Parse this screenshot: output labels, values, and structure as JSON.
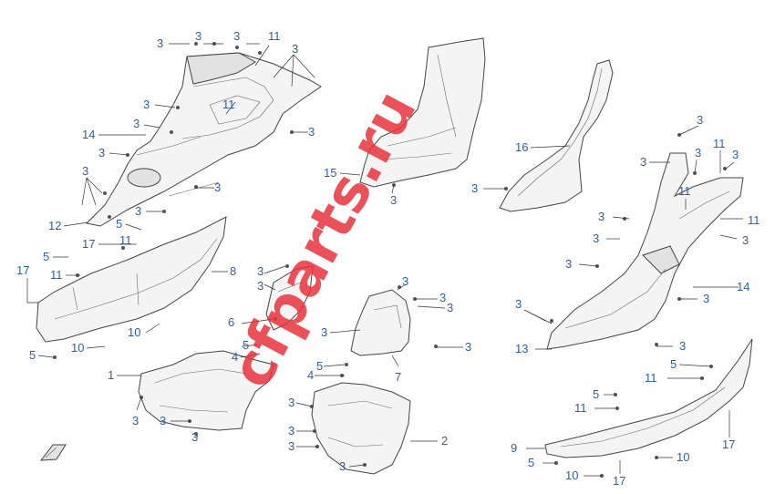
{
  "header_faint_text": "",
  "watermark": "cfparts.ru",
  "callouts": [
    {
      "id": "c3a",
      "label": "3"
    },
    {
      "id": "c3b",
      "label": "3"
    },
    {
      "id": "c3c",
      "label": "3"
    },
    {
      "id": "c11a",
      "label": "11"
    },
    {
      "id": "c3d",
      "label": "3"
    },
    {
      "id": "c3e",
      "label": "3"
    },
    {
      "id": "c11b",
      "label": "11"
    },
    {
      "id": "c3f",
      "label": "3"
    },
    {
      "id": "c14a",
      "label": "14"
    },
    {
      "id": "c3g",
      "label": "3"
    },
    {
      "id": "c3h",
      "label": "3"
    },
    {
      "id": "c3i",
      "label": "3"
    },
    {
      "id": "c3j",
      "label": "3"
    },
    {
      "id": "c3k",
      "label": "3"
    },
    {
      "id": "c12",
      "label": "12"
    },
    {
      "id": "c17a",
      "label": "17"
    },
    {
      "id": "c5a",
      "label": "5"
    },
    {
      "id": "c5b",
      "label": "5"
    },
    {
      "id": "c11c",
      "label": "11"
    },
    {
      "id": "c11d",
      "label": "11"
    },
    {
      "id": "c17b",
      "label": "17"
    },
    {
      "id": "c8",
      "label": "8"
    },
    {
      "id": "c10a",
      "label": "10"
    },
    {
      "id": "c10b",
      "label": "10"
    },
    {
      "id": "c5c",
      "label": "5"
    },
    {
      "id": "c15",
      "label": "15"
    },
    {
      "id": "c3l",
      "label": "3"
    },
    {
      "id": "c16",
      "label": "16"
    },
    {
      "id": "c3m",
      "label": "3"
    },
    {
      "id": "c3n",
      "label": "3"
    },
    {
      "id": "c3o",
      "label": "3"
    },
    {
      "id": "c6",
      "label": "6"
    },
    {
      "id": "c5d",
      "label": "5"
    },
    {
      "id": "c4a",
      "label": "4"
    },
    {
      "id": "c3p",
      "label": "3"
    },
    {
      "id": "c3q",
      "label": "3"
    },
    {
      "id": "c3r",
      "label": "3"
    },
    {
      "id": "c3s",
      "label": "3"
    },
    {
      "id": "c3t",
      "label": "3"
    },
    {
      "id": "c5e",
      "label": "5"
    },
    {
      "id": "c4b",
      "label": "4"
    },
    {
      "id": "c7",
      "label": "7"
    },
    {
      "id": "c1",
      "label": "1"
    },
    {
      "id": "c3u",
      "label": "3"
    },
    {
      "id": "c3v",
      "label": "3"
    },
    {
      "id": "c3w",
      "label": "3"
    },
    {
      "id": "c3x",
      "label": "3"
    },
    {
      "id": "c3y",
      "label": "3"
    },
    {
      "id": "c3z",
      "label": "3"
    },
    {
      "id": "c2",
      "label": "2"
    },
    {
      "id": "c3aa",
      "label": "3"
    },
    {
      "id": "c3ab",
      "label": "3"
    },
    {
      "id": "c3ac",
      "label": "3"
    },
    {
      "id": "c3ad",
      "label": "3"
    },
    {
      "id": "c11e",
      "label": "11"
    },
    {
      "id": "c3ae",
      "label": "3"
    },
    {
      "id": "c3af",
      "label": "3"
    },
    {
      "id": "c11f",
      "label": "11"
    },
    {
      "id": "c3ag",
      "label": "3"
    },
    {
      "id": "c11g",
      "label": "11"
    },
    {
      "id": "c3ah",
      "label": "3"
    },
    {
      "id": "c3ai",
      "label": "3"
    },
    {
      "id": "c14b",
      "label": "14"
    },
    {
      "id": "c3aj",
      "label": "3"
    },
    {
      "id": "c3ak",
      "label": "3"
    },
    {
      "id": "c13",
      "label": "13"
    },
    {
      "id": "c3al",
      "label": "3"
    },
    {
      "id": "c5f",
      "label": "5"
    },
    {
      "id": "c11h",
      "label": "11"
    },
    {
      "id": "c5g",
      "label": "5"
    },
    {
      "id": "c11i",
      "label": "11"
    },
    {
      "id": "c9",
      "label": "9"
    },
    {
      "id": "c17c",
      "label": "17"
    },
    {
      "id": "c5h",
      "label": "5"
    },
    {
      "id": "c10c",
      "label": "10"
    },
    {
      "id": "c10d",
      "label": "10"
    },
    {
      "id": "c17d",
      "label": "17"
    }
  ]
}
